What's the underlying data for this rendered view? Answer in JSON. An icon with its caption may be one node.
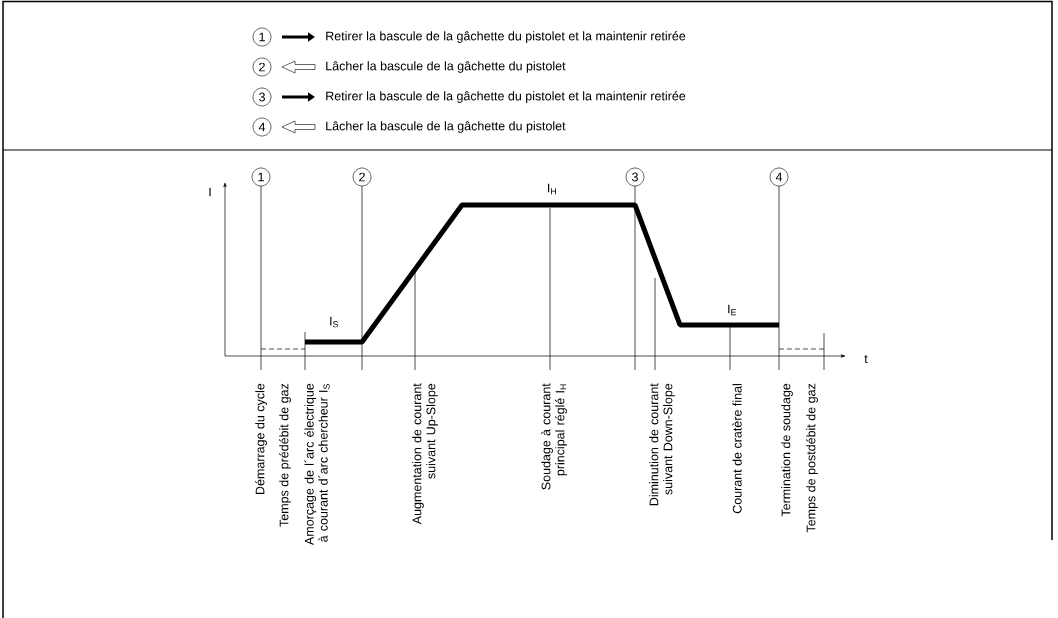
{
  "diagram": {
    "labels": [
      "1",
      "2",
      "3",
      "4",
      "I",
      "1",
      "2",
      "3",
      "4",
      "I$_{H}$",
      "I$_{S}$",
      "I$_{E}$",
      "t",
      "Démarrage du cycle",
      "Temps de prédébit de gaz",
      "Amorçage de l´arc électrique à courant d´arc chercheur I$_{S}$",
      "Augmentation de courant suivant Up-Slope",
      "Soudage à courant principal réglé I$_{H}$",
      "Diminution de courant suivant Down-Slope",
      "Courant de cratère final",
      "Termination de soudage",
      "Temps de postdébit de gaz"
    ],
    "legend": [
      {
        "text": "Retirer la bascule de la gâchette du pistolet et la maintenir retirée"
      },
      {
        "text": "Lâcher la bascule de la gâchette du pistolet"
      },
      {
        "text": "Retirer la bascule de la gâchette du pistolet et la maintenir retirée"
      },
      {
        "text": "Lâcher la bascule de la gâchette du pistolet"
      }
    ]
  }
}
